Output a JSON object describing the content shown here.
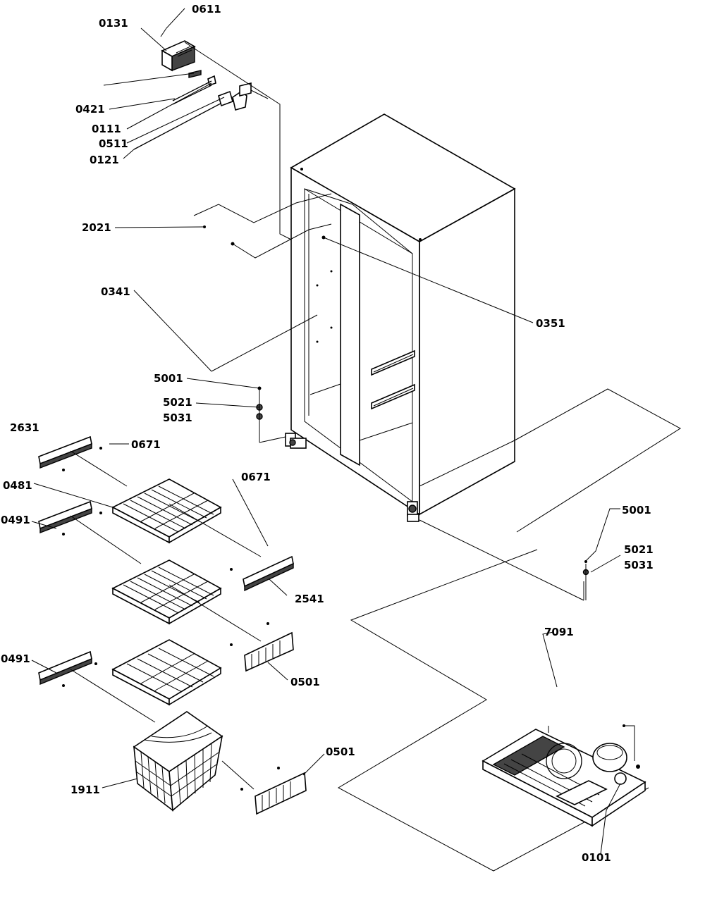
{
  "diagram": {
    "callouts": [
      {
        "id": "c0611a",
        "text": "0611"
      },
      {
        "id": "c0131",
        "text": "0131"
      },
      {
        "id": "c0421",
        "text": "0421"
      },
      {
        "id": "c0111",
        "text": "0111"
      },
      {
        "id": "c0511",
        "text": "0511"
      },
      {
        "id": "c0121",
        "text": "0121"
      },
      {
        "id": "c2021",
        "text": "2021"
      },
      {
        "id": "c0341",
        "text": "0341"
      },
      {
        "id": "c0351",
        "text": "0351"
      },
      {
        "id": "c5001a",
        "text": "5001"
      },
      {
        "id": "c5021a",
        "text": "5021"
      },
      {
        "id": "c5031a",
        "text": "5031"
      },
      {
        "id": "c2631",
        "text": "2631"
      },
      {
        "id": "c0671a",
        "text": "0671"
      },
      {
        "id": "c0481",
        "text": "0481"
      },
      {
        "id": "c0671b",
        "text": "0671"
      },
      {
        "id": "c0491a",
        "text": "0491"
      },
      {
        "id": "c2541",
        "text": "2541"
      },
      {
        "id": "c0501a",
        "text": "0501"
      },
      {
        "id": "c0491b",
        "text": "0491"
      },
      {
        "id": "c0501b",
        "text": "0501"
      },
      {
        "id": "c1911",
        "text": "1911"
      },
      {
        "id": "c5001b",
        "text": "5001"
      },
      {
        "id": "c5021b",
        "text": "5021"
      },
      {
        "id": "c5031b",
        "text": "5031"
      },
      {
        "id": "c7091",
        "text": "7091"
      },
      {
        "id": "c0101",
        "text": "0101"
      }
    ]
  }
}
